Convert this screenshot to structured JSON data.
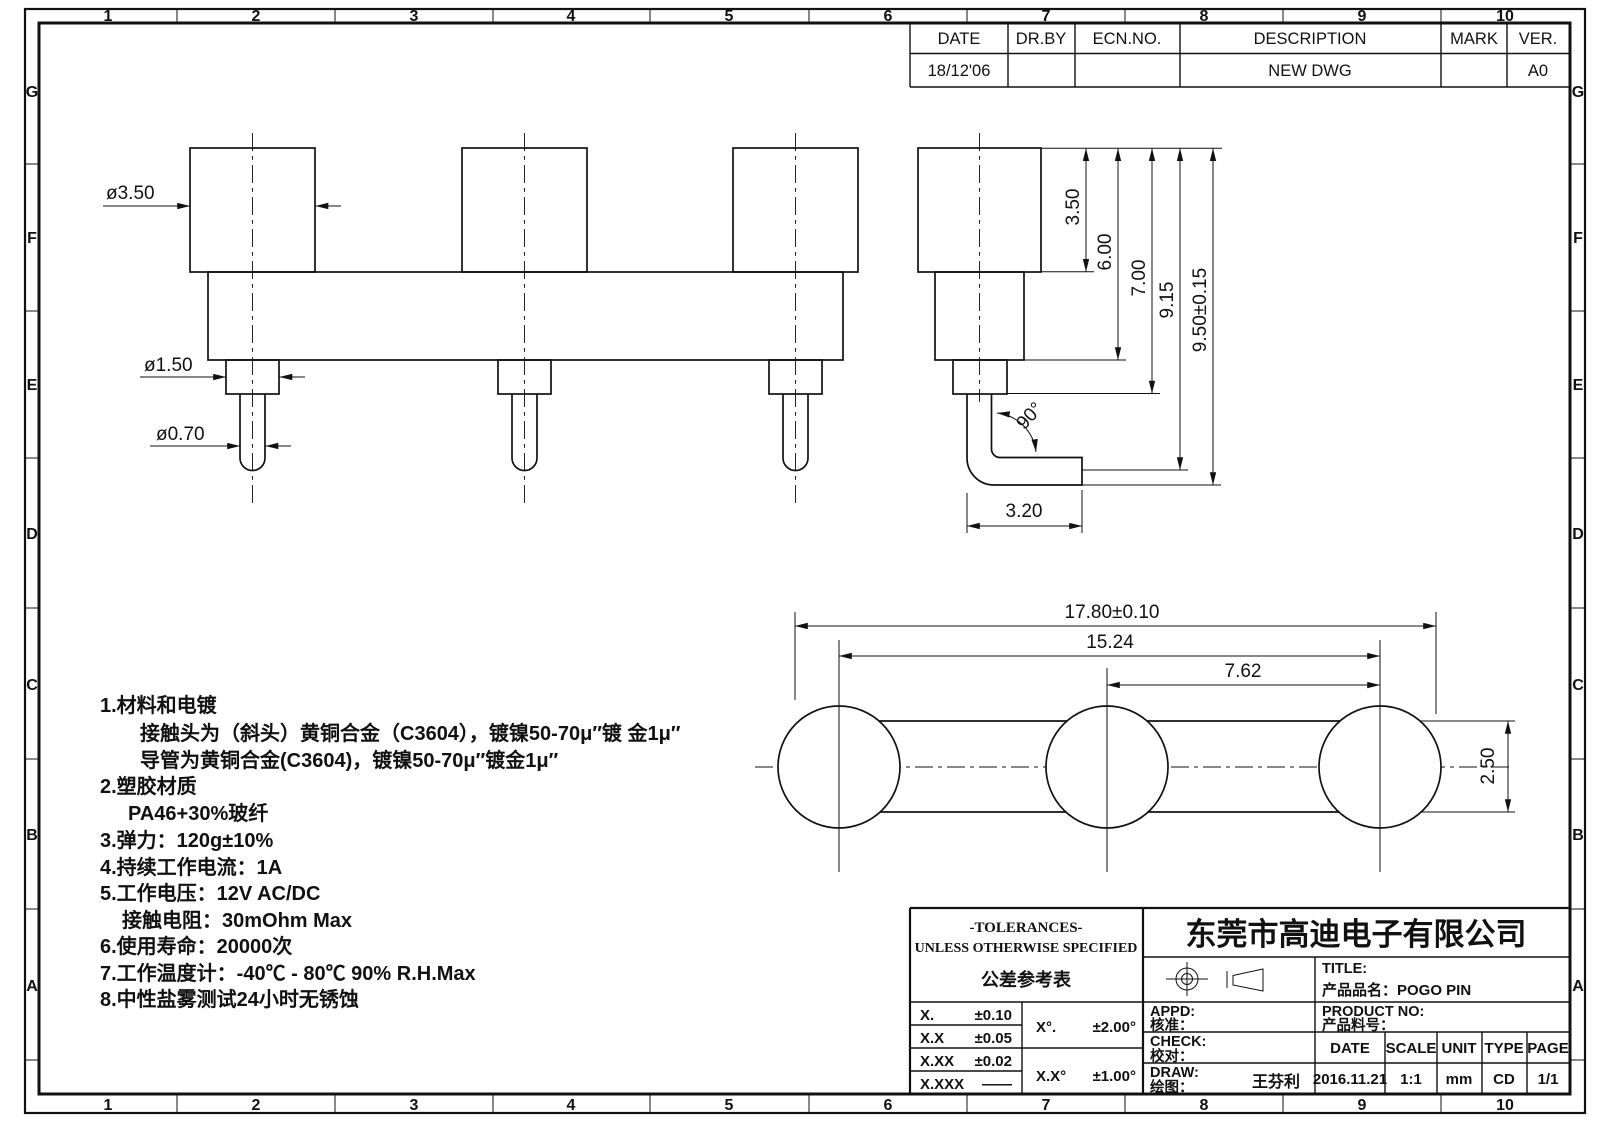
{
  "sheet": {
    "cols": [
      "1",
      "2",
      "3",
      "4",
      "5",
      "6",
      "7",
      "8",
      "9",
      "10"
    ],
    "rows": [
      "G",
      "F",
      "E",
      "D",
      "C",
      "B",
      "A"
    ]
  },
  "revision": {
    "date_h": "DATE",
    "drby_h": "DR.BY",
    "ecn_h": "ECN.NO.",
    "desc_h": "DESCRIPTION",
    "mark_h": "MARK",
    "ver_h": "VER.",
    "date": "18/12'06",
    "desc": "NEW  DWG",
    "ver": "A0"
  },
  "dims": {
    "front_d1": "ø3.50",
    "front_d2": "ø1.50",
    "front_d3": "ø0.70",
    "side_h1": "3.50",
    "side_h2": "6.00",
    "side_h3": "7.00",
    "side_h4": "9.15",
    "side_h5": "9.50±0.15",
    "side_angle": "90°",
    "side_w": "3.20",
    "bottom_w1": "17.80±0.10",
    "bottom_w2": "15.24",
    "bottom_w3": "7.62",
    "bottom_h": "2.50"
  },
  "notes": {
    "lines": [
      "1.材料和电镀",
      "接触头为（斜头）黄铜合金（C3604），镀镍50-70μ″镀 金1μ″",
      "导管为黄铜合金(C3604)，镀镍50-70μ″镀金1μ″",
      "2.塑胶材质",
      "PA46+30%玻纤",
      "3.弹力：120g±10%",
      "4.持续工作电流：1A",
      "5.工作电压：12V AC/DC",
      "接触电阻：30mOhm Max",
      "6.使用寿命：20000次",
      "7.工作温度计：-40℃ - 80℃  90% R.H.Max",
      "8.中性盐雾测试24小时无锈蚀"
    ]
  },
  "title_block": {
    "tol_title1": "-TOLERANCES-",
    "tol_title2": "UNLESS OTHERWISE SPECIFIED",
    "tol_title3": "公差参考表",
    "tol_rows": [
      {
        "label": "X.",
        "value": "±0.10"
      },
      {
        "label": "X.X",
        "value": "±0.05"
      },
      {
        "label": "X.XX",
        "value": "±0.02"
      },
      {
        "label": "X.XXX",
        "value": "——"
      }
    ],
    "tol_deg": [
      {
        "label": "X°.",
        "value": "±2.00°"
      },
      {
        "label": "X.X°",
        "value": "±1.00°"
      }
    ],
    "company": "东莞市高迪电子有限公司",
    "title_label": "TITLE:",
    "title_value": "产品品名：POGO PIN",
    "product_no_label": "PRODUCT NO:",
    "product_no_cn": "产品料号：",
    "appd_label": "APPD:",
    "appd_cn": "核准：",
    "check_label": "CHECK:",
    "check_cn": "校对：",
    "draw_label": "DRAW:",
    "draw_cn": "绘图：",
    "draw_value": "王芬利",
    "col_date": "DATE",
    "col_scale": "SCALE",
    "col_unit": "UNIT",
    "col_type": "TYPE",
    "col_page": "PAGE",
    "val_date": "2016.11.21",
    "val_scale": "1:1",
    "val_unit": "mm",
    "val_type": "CD",
    "val_page": "1/1"
  }
}
